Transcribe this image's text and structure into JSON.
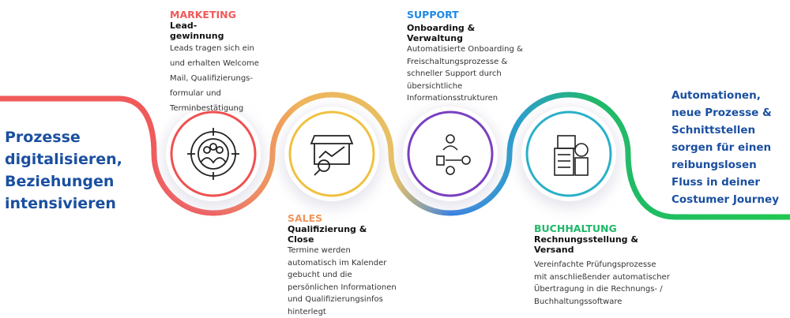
{
  "left_text": [
    "Prozesse",
    "digitalisieren,",
    "Beziehungen",
    "intensivieren"
  ],
  "right_text": [
    "Automationen,",
    "neue Prozesse &",
    "Schnittstellen",
    "sorgen für einen",
    "reibungslosen",
    "Fluss in deiner",
    "Costumer Journey"
  ],
  "steps": [
    {
      "category": "MARKETING",
      "color": "#f05a5a",
      "title": [
        "Lead-",
        "gewinnung"
      ],
      "description": [
        "Leads tragen sich ein",
        "und erhalten Welcome",
        "Mail, Qualifizierungs-",
        "formular und",
        "Terminbestätigung"
      ],
      "icon": "target-group-icon"
    },
    {
      "category": "SALES",
      "color": "#f0965a",
      "title": [
        "Qualifizierung &",
        "Close"
      ],
      "description": [
        "Termine werden",
        "automatisch im Kalender",
        "gebucht und die",
        "persönlichen Informationen",
        "und Qualifizierungsinfos",
        "hinterlegt"
      ],
      "icon": "store-analytics-icon"
    },
    {
      "category": "SUPPORT",
      "color": "#1e88e5",
      "title": [
        "Onboarding &",
        "Verwaltung"
      ],
      "description": [
        "Automatisierte Onboarding &",
        "Freischaltungsprozesse &",
        "schneller Support durch",
        "übersichtliche",
        "Informationsstrukturen"
      ],
      "icon": "workflow-person-icon"
    },
    {
      "category": "BUCHHALTUNG",
      "color": "#1fb86a",
      "title": [
        "Rechnungsstellung &",
        "Versand"
      ],
      "description": [
        "Vereinfachte Prüfungsprozesse",
        "mit anschließender automatischer",
        "Übertragung in die Rechnungs- /",
        "Buchhaltungssoftware"
      ],
      "icon": "accounting-calculator-icon"
    }
  ]
}
